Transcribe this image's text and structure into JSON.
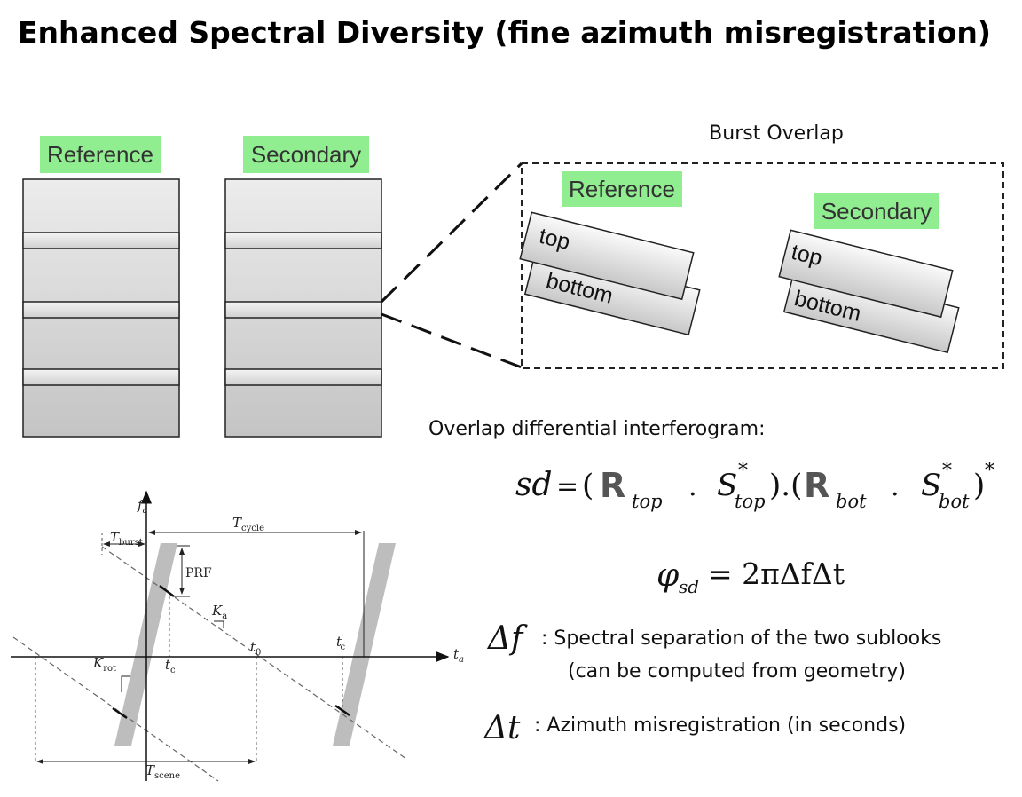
{
  "title": "Enhanced Spectral Diversity (fine azimuth misregistration)",
  "left_stacks": {
    "reference_label": "Reference",
    "secondary_label": "Secondary"
  },
  "burst_overlap": {
    "title": "Burst Overlap",
    "reference_label": "Reference",
    "secondary_label": "Secondary",
    "top_label": "top",
    "bottom_label": "bottom"
  },
  "overlap_heading": "Overlap differential interferogram:",
  "equation1": {
    "lhs": "sd",
    "eq": "=",
    "R": "R",
    "S": "S",
    "star": "*",
    "sub_top": "top",
    "sub_bot": "bot",
    "dot": "."
  },
  "equation2": {
    "phi": "φ",
    "sub": "sd",
    "rhs": "= 2πΔfΔt"
  },
  "definitions": {
    "df_symbol": "Δf",
    "df_text": ": Spectral separation of the two sublooks",
    "df_text2": "(can be computed from geometry)",
    "dt_symbol": "Δt",
    "dt_text": ": Azimuth misregistration (in seconds)"
  },
  "timing_diagram": {
    "fa": "f",
    "fa_sub": "a",
    "ta": "t",
    "ta_sub": "a",
    "tcycle": "T",
    "tcycle_sub": "cycle",
    "tburst": "T",
    "tburst_sub": "burst",
    "prf": "PRF",
    "ka": "K",
    "ka_sub": "a",
    "krot": "K",
    "krot_sub": "rot",
    "tc": "t",
    "tc_sub": "c",
    "t0": "t",
    "t0_sub": "0",
    "tcp": "t",
    "tcp_prime": "′",
    "tcp_sub": "c",
    "tscene": "T",
    "tscene_sub": "scene"
  },
  "colors": {
    "green_label_bg": "#90ee90",
    "label_text": "#333333"
  }
}
